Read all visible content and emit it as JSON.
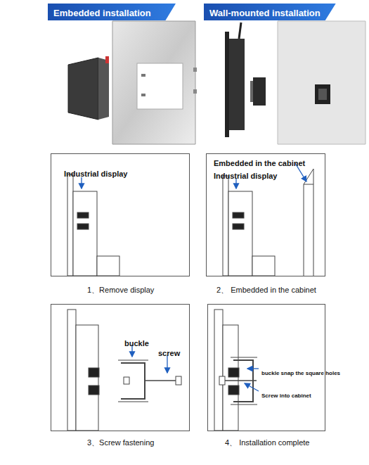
{
  "diagram": {
    "nodes": [
      {
        "text": [
          "Embedded installation"
        ]
      },
      {
        "text": [
          "Wall-mounted installation"
        ]
      },
      {
        "text": [
          "Industrial display",
          "1、Remove display"
        ]
      },
      {
        "text": [
          "Embedded in the cabinet",
          "Industrial display",
          "2、 Embedded in the cabinet"
        ]
      },
      {
        "text": [
          "buckle",
          "screw",
          "3、Screw fastening"
        ]
      },
      {
        "text": [
          "buckle snap the square holes",
          "Screw into cabinet",
          "4、 Installation complete"
        ]
      }
    ]
  }
}
